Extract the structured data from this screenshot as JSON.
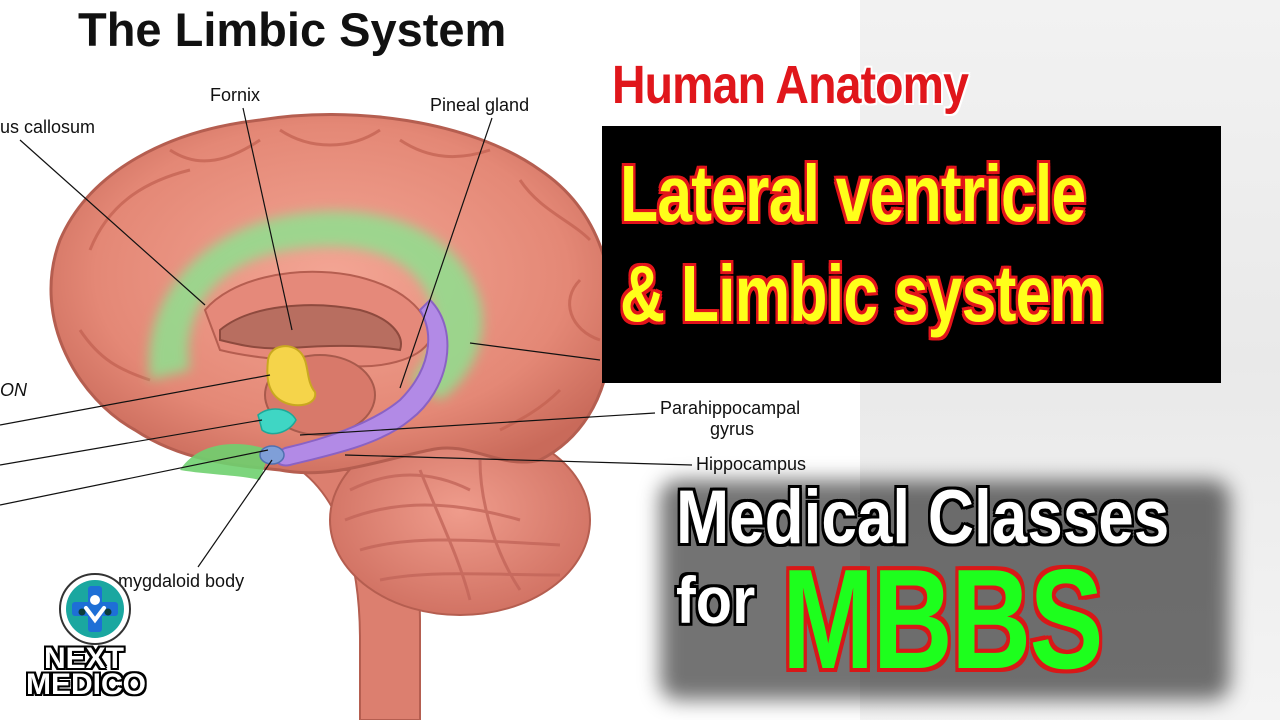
{
  "diagram": {
    "title": "The Limbic System",
    "labels": {
      "corpus_callosum": "us callosum",
      "fornix": "Fornix",
      "pineal_gland": "Pineal gland",
      "region_fragment": "ON",
      "parahippocampal_gyrus_line1": "Parahippocampal",
      "parahippocampal_gyrus_line2": "gyrus",
      "hippocampus": "Hippocampus",
      "amygdaloid_body": "mygdaloid body"
    }
  },
  "thumbnail": {
    "subject": "Human Anatomy",
    "topic_line1": "Lateral ventricle",
    "topic_line2": "& Limbic system",
    "tagline": "Medical Classes",
    "tagline_prefix": "for",
    "tagline_highlight": "MBBS"
  },
  "brand": {
    "name_line1": "NEXT",
    "name_line2": "MEDICO",
    "icon": "medical-cross-people-logo"
  },
  "colors": {
    "subject_red": "#e0161b",
    "topic_yellow": "#ffff1a",
    "mbbs_green": "#1dff1d",
    "brain_pink": "#e98a7c",
    "limbic_green": "#8fe08f",
    "hippocampus_purple": "#b28ae6"
  }
}
